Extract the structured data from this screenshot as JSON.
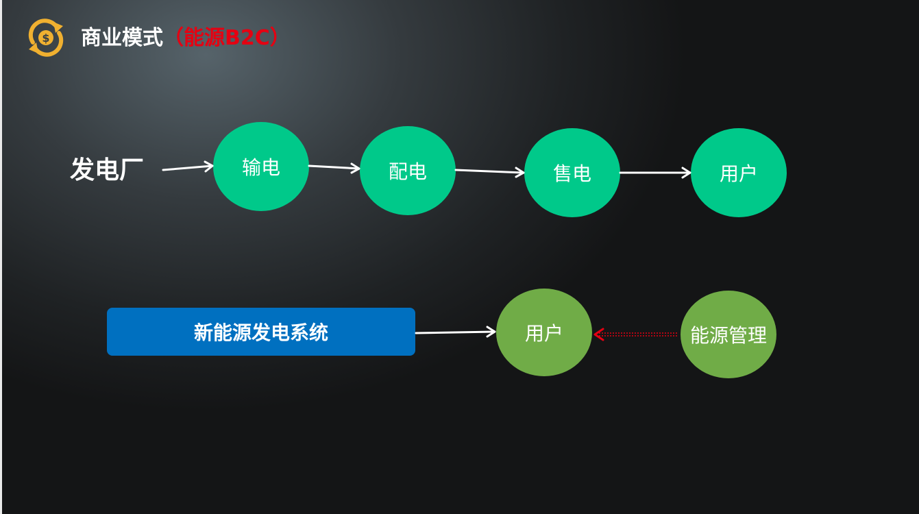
{
  "header": {
    "title_main": "商业模式",
    "title_accent": "（能源B2C）",
    "icon": "dollar-cycle-icon"
  },
  "flow_top": {
    "source": "发电厂",
    "nodes": [
      "输电",
      "配电",
      "售电",
      "用户"
    ]
  },
  "flow_bottom": {
    "system": "新能源发电系统",
    "user": "用户",
    "manager": "能源管理"
  },
  "colors": {
    "teal": "#00c98a",
    "green": "#70ac47",
    "blue": "#0070c0",
    "accent_red": "#e50012",
    "icon_gold": "#f0b030"
  }
}
